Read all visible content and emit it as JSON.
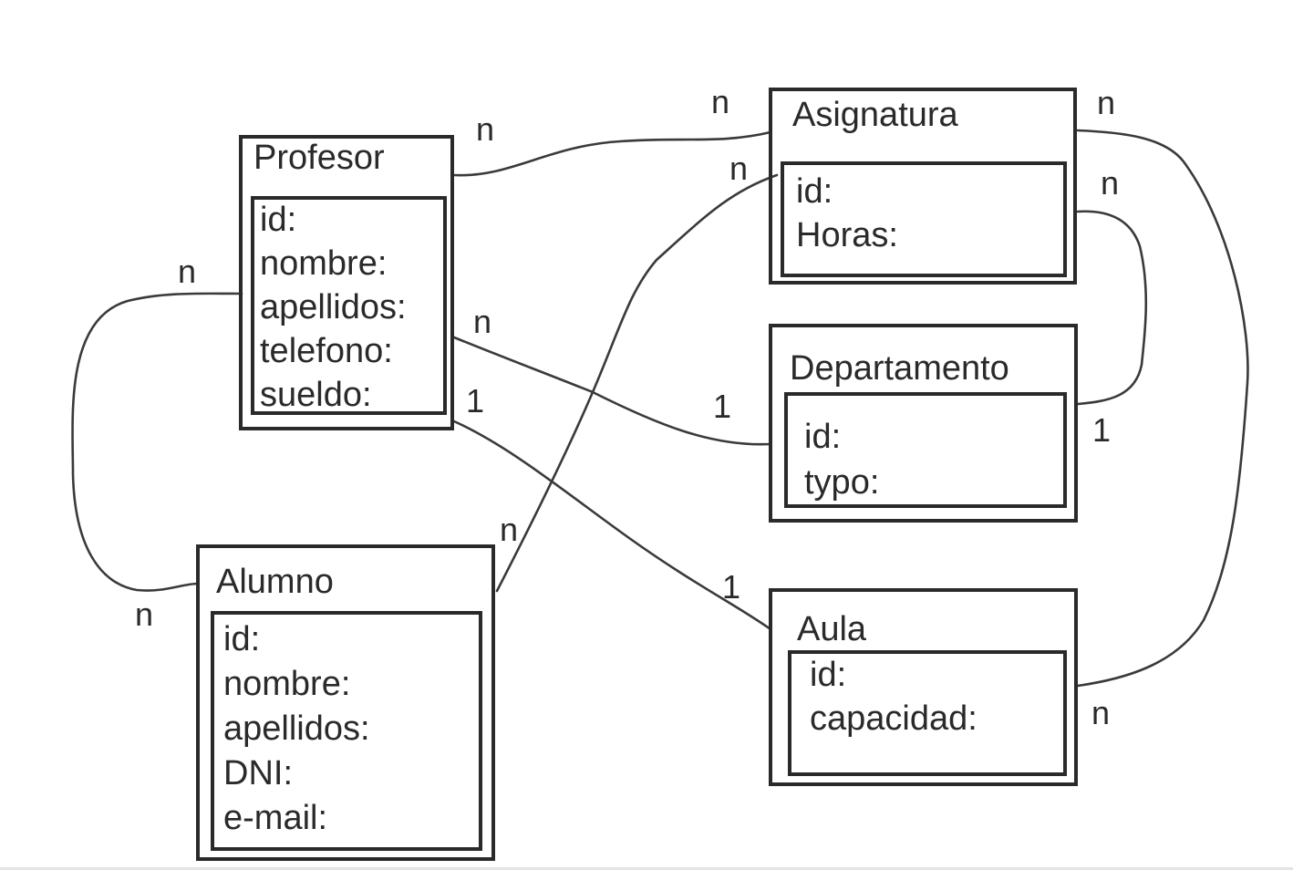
{
  "entities": {
    "profesor": {
      "name": "Profesor",
      "attributes": [
        "id:",
        "nombre:",
        "apellidos:",
        "telefono:",
        "sueldo:"
      ]
    },
    "asignatura": {
      "name": "Asignatura",
      "attributes": [
        "id:",
        "Horas:"
      ]
    },
    "departamento": {
      "name": "Departamento",
      "attributes": [
        "id:",
        "typo:"
      ]
    },
    "alumno": {
      "name": "Alumno",
      "attributes": [
        "id:",
        "nombre:",
        "apellidos:",
        "DNI:",
        "e-mail:"
      ]
    },
    "aula": {
      "name": "Aula",
      "attributes": [
        "id:",
        "capacidad:"
      ]
    }
  },
  "relationships": [
    {
      "from": "Profesor",
      "to": "Asignatura",
      "from_card": "n",
      "to_card": "n"
    },
    {
      "from": "Profesor",
      "to": "Departamento",
      "from_card": "n",
      "to_card": "1"
    },
    {
      "from": "Profesor",
      "to": "Aula",
      "from_card": "1",
      "to_card": "1"
    },
    {
      "from": "Profesor",
      "to": "Alumno",
      "from_card": "n",
      "to_card": "n"
    },
    {
      "from": "Alumno",
      "to": "Asignatura",
      "from_card": "n",
      "to_card": "n"
    },
    {
      "from": "Asignatura",
      "to": "Departamento",
      "from_card": "n",
      "to_card": "1"
    },
    {
      "from": "Asignatura",
      "to": "Aula",
      "from_card": "n",
      "to_card": "n"
    }
  ]
}
